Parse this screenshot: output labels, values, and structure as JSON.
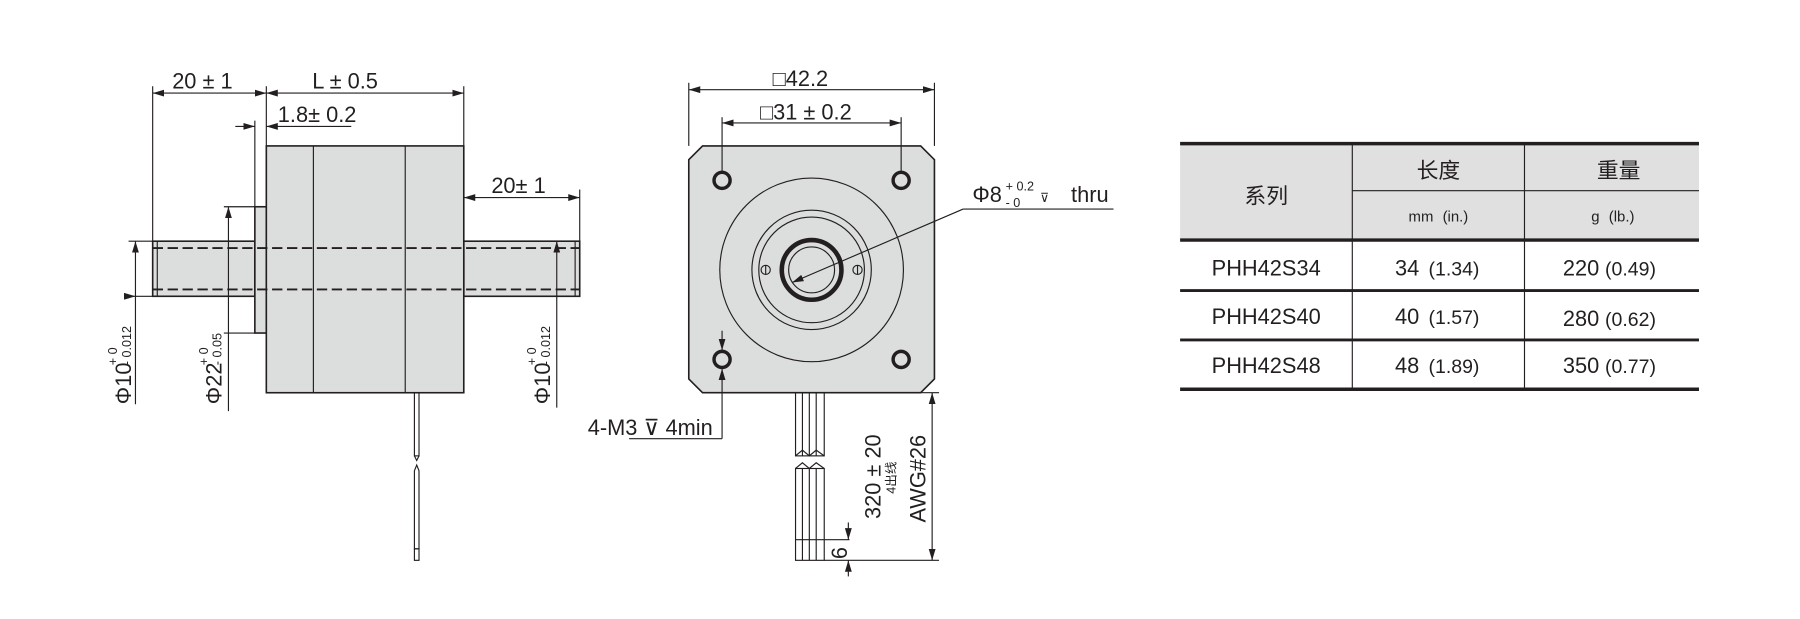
{
  "side_view": {
    "shaft_length_left": "20 ± 1",
    "body_length": "L ± 0.5",
    "flange_thickness": "1.8± 0.2",
    "shaft_length_right": "20± 1",
    "left_shaft_diameter": {
      "symbol": "Φ",
      "nominal": "10",
      "upper": "+ 0",
      "lower": "- 0.012"
    },
    "pilot_diameter": {
      "symbol": "Φ",
      "nominal": "22",
      "upper": "+ 0",
      "lower": "- 0.05"
    },
    "right_shaft_diameter": {
      "symbol": "Φ",
      "nominal": "10",
      "upper": "+ 0",
      "lower": "- 0.012"
    }
  },
  "front_view": {
    "frame_size": "□42.2",
    "hole_pitch": "□31 ± 0.2",
    "hollow_bore": {
      "symbol": "Φ",
      "nominal": "8",
      "upper": "+ 0.2",
      "lower": "- 0",
      "depth_symbol": "⊽",
      "note": "thru"
    },
    "mount_holes": "4-M3 ⊽ 4min",
    "lead_length": "320 ± 20",
    "lead_count": "4出线",
    "lead_gauge": "AWG#26",
    "strip_length": "6"
  },
  "table": {
    "headers": {
      "series": "系列",
      "length": "长度",
      "length_unit": "mm",
      "length_unit_alt": "(in.)",
      "weight": "重量",
      "weight_unit": "g",
      "weight_unit_alt": "(lb.)"
    },
    "rows": [
      {
        "model": "PHH42S34",
        "length": "34",
        "length_in": "(1.34)",
        "weight": "220",
        "weight_lb": "(0.49)"
      },
      {
        "model": "PHH42S40",
        "length": "40",
        "length_in": "(1.57)",
        "weight": "280",
        "weight_lb": "(0.62)"
      },
      {
        "model": "PHH42S48",
        "length": "48",
        "length_in": "(1.89)",
        "weight": "350",
        "weight_lb": "(0.77)"
      }
    ]
  }
}
